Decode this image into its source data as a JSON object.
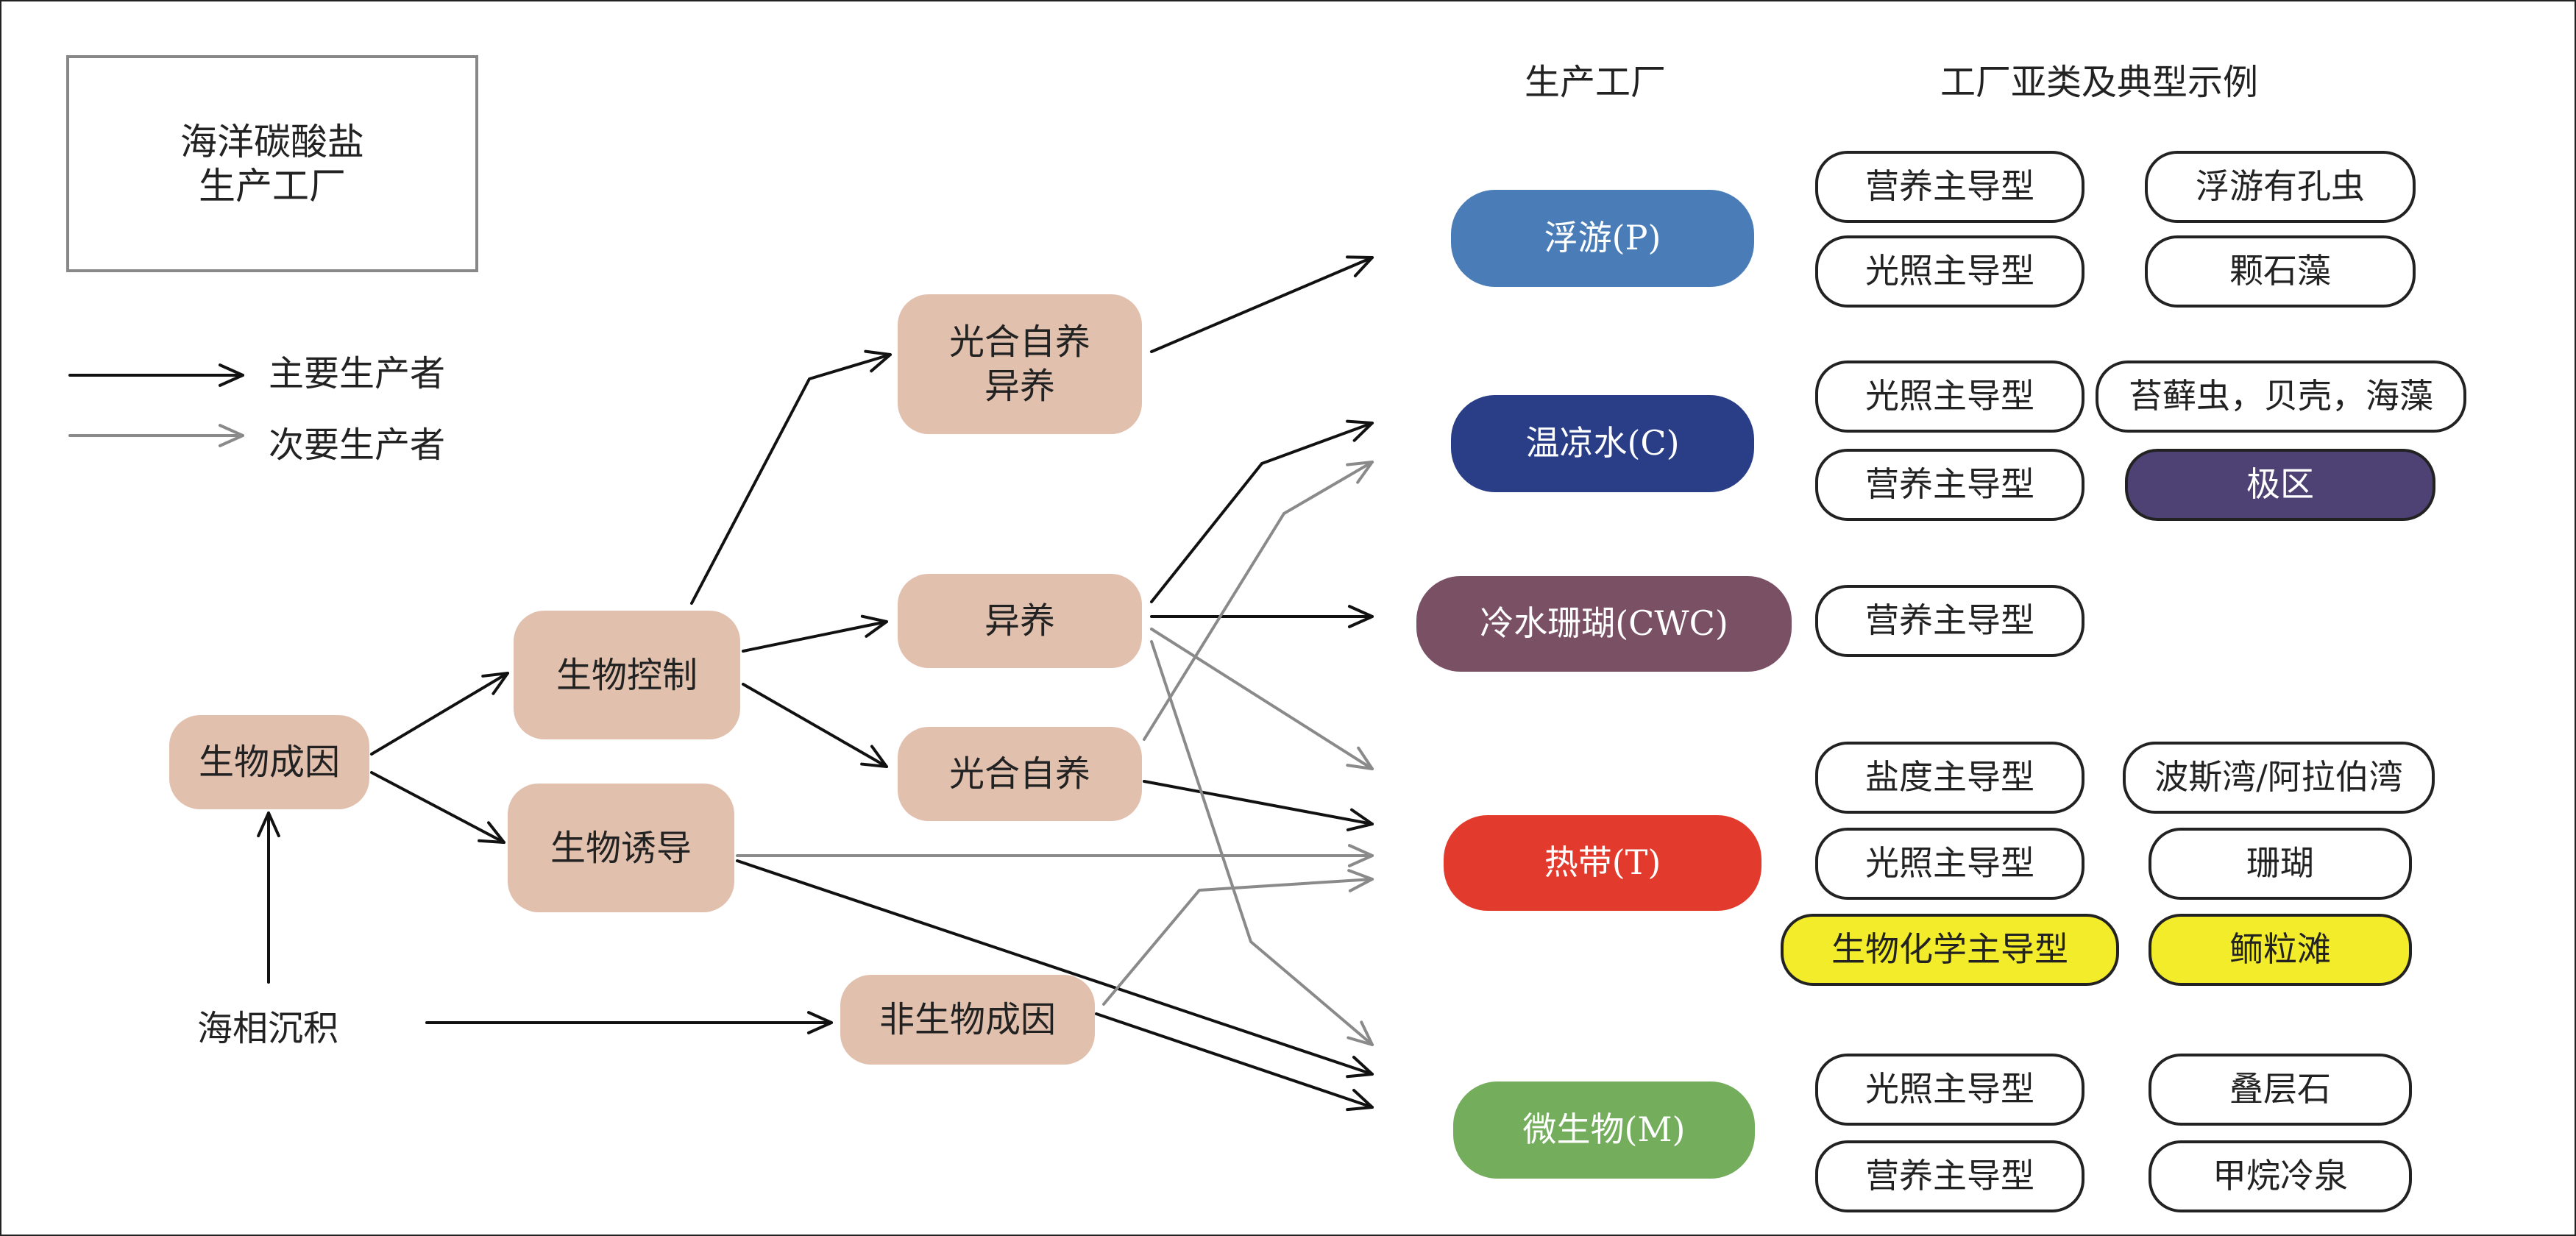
{
  "title_box": {
    "line1": "海洋碳酸盐",
    "line2": "生产工厂"
  },
  "legend": {
    "primary": "主要生产者",
    "secondary": "次要生产者",
    "primary_color": "#111111",
    "secondary_color": "#8a8a8a"
  },
  "headers": {
    "factory": "生产工厂",
    "subtypes": "工厂亚类及典型示例"
  },
  "nodes": {
    "marine_sediment": "海相沉积",
    "biogenic": "生物成因",
    "bio_controlled": "生物控制",
    "bio_induced": "生物诱导",
    "abiogenic": "非生物成因",
    "photo_auto_hetero_1": "光合自养",
    "photo_auto_hetero_2": "异养",
    "heterotroph": "异养",
    "photoautotroph": "光合自养"
  },
  "factories": [
    {
      "label": "浮游(P)",
      "color": "#4a7db8"
    },
    {
      "label": "温凉水(C)",
      "color": "#2a3d87"
    },
    {
      "label": "冷水珊瑚(CWC)",
      "color": "#7a5065"
    },
    {
      "label": "热带(T)",
      "color": "#e23b2e"
    },
    {
      "label": "微生物(M)",
      "color": "#74ae5d"
    }
  ],
  "subtypes": {
    "p_nutrient": "营养主导型",
    "p_light": "光照主导型",
    "p_ex1": "浮游有孔虫",
    "p_ex2": "颗石藻",
    "c_light": "光照主导型",
    "c_nutrient": "营养主导型",
    "c_ex1": "苔藓虫，贝壳，海藻",
    "c_ex2": "极区",
    "cwc_nutrient": "营养主导型",
    "t_salinity": "盐度主导型",
    "t_light": "光照主导型",
    "t_biochem": "生物化学主导型",
    "t_ex1": "波斯湾/阿拉伯湾",
    "t_ex2": "珊瑚",
    "t_ex3": "鲕粒滩",
    "m_light": "光照主导型",
    "m_nutrient": "营养主导型",
    "m_ex1": "叠层石",
    "m_ex2": "甲烷冷泉"
  },
  "colors": {
    "node_tan": "#e1c0ae",
    "polar": "#4e4275",
    "highlight_yellow": "#f3ec2a"
  }
}
